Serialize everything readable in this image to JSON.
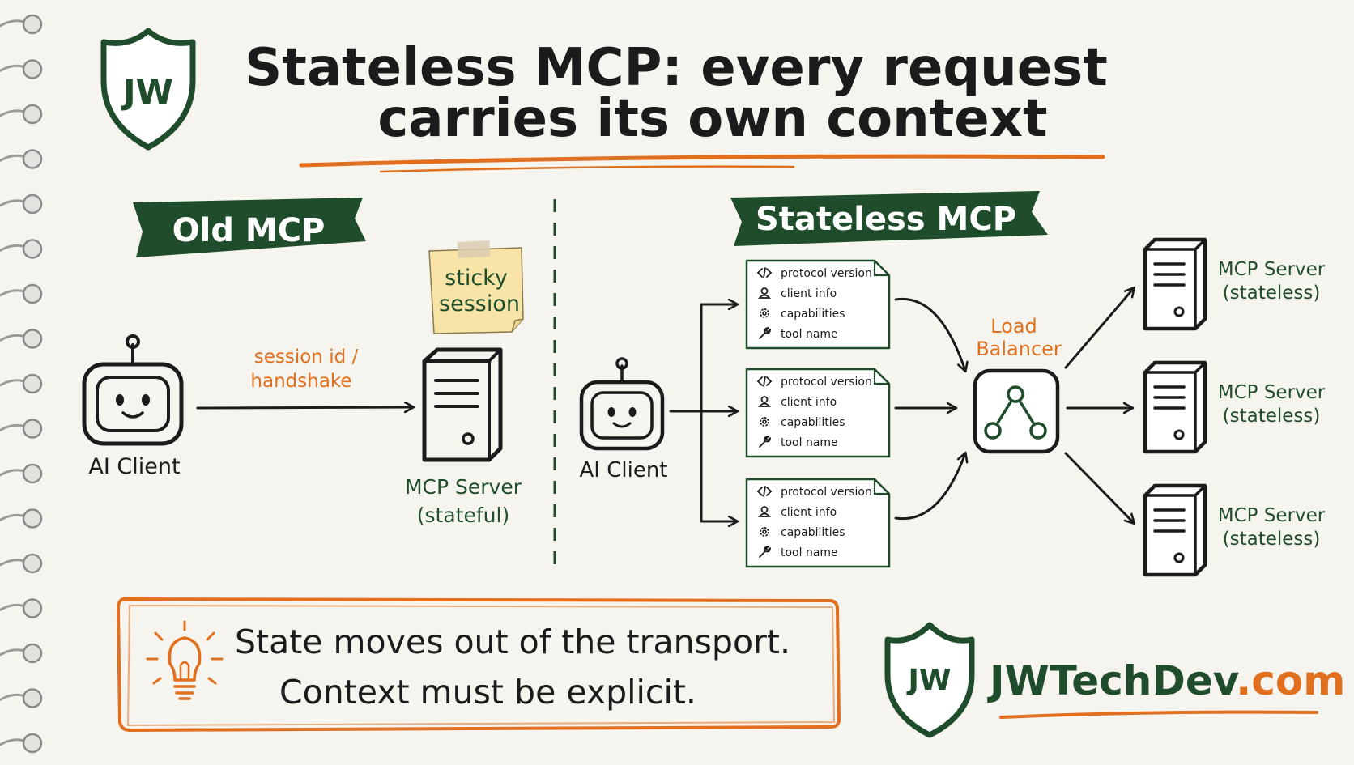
{
  "title": {
    "line1": "Stateless MCP: every request",
    "line2": "carries its own context"
  },
  "logo": {
    "monogram": "JW"
  },
  "old_section": {
    "banner": "Old MCP",
    "sticky_note": {
      "line1": "sticky",
      "line2": "session"
    },
    "client_label": "AI Client",
    "arrow_label": {
      "line1": "session id /",
      "line2": "handshake"
    },
    "server_label": {
      "line1": "MCP Server",
      "line2": "(stateful)"
    }
  },
  "new_section": {
    "banner": "Stateless MCP",
    "client_label": "AI Client",
    "request_fields": [
      "protocol version",
      "client info",
      "capabilities",
      "tool name"
    ],
    "balancer_label": {
      "line1": "Load",
      "line2": "Balancer"
    },
    "server_label": {
      "line1": "MCP Server",
      "line2": "(stateless)"
    }
  },
  "callout": {
    "line1": "State moves out of the transport.",
    "line2": "Context must be explicit."
  },
  "brand": {
    "name": "JWTechDev",
    "suffix": ".com"
  },
  "colors": {
    "green": "#1f4d2c",
    "orange": "#e0701f",
    "sticky": "#f7e4a6",
    "paper": "#f6f4ef",
    "ink": "#1b1b1b"
  }
}
